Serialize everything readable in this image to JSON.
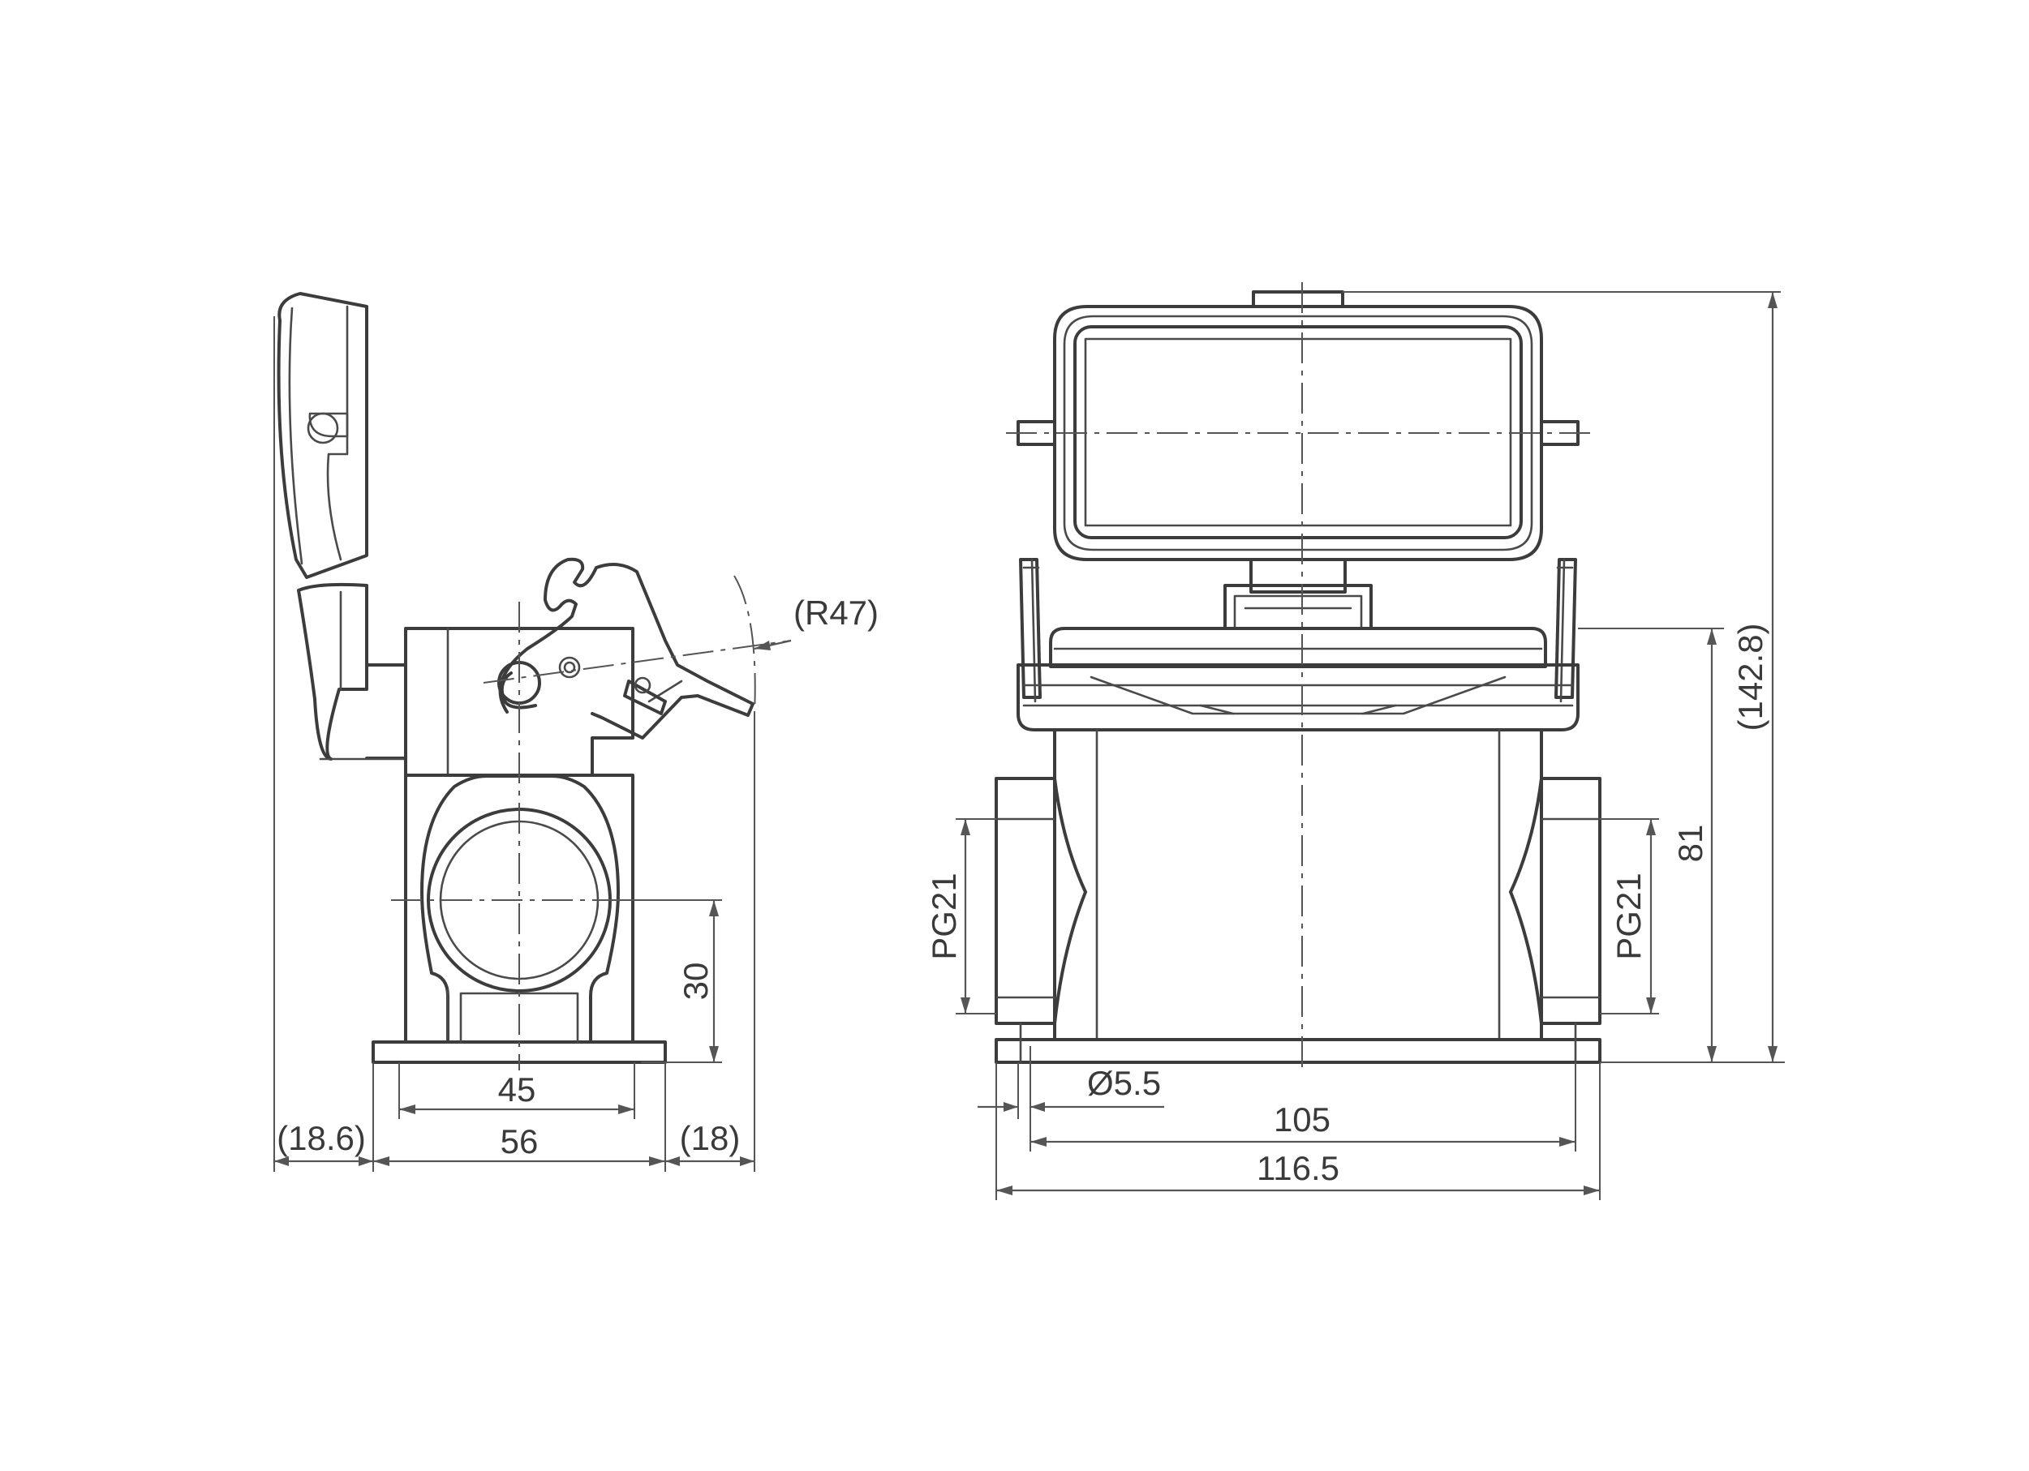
{
  "dimensions": {
    "side_radius": "(R47)",
    "side_hole_height": "30",
    "side_mount_spacing": "45",
    "side_base_width": "56",
    "side_lid_offset": "(18.6)",
    "side_lever_offset": "(18)",
    "front_thread_left": "PG21",
    "front_thread_right": "PG21",
    "front_hole_diameter": "Ø5.5",
    "front_mount_spacing": "105",
    "front_base_width": "116.5",
    "front_body_height": "81",
    "front_total_height": "(142.8)"
  },
  "colors": {
    "line": "#3c3c3c",
    "dimension": "#555555",
    "background": "#ffffff"
  }
}
